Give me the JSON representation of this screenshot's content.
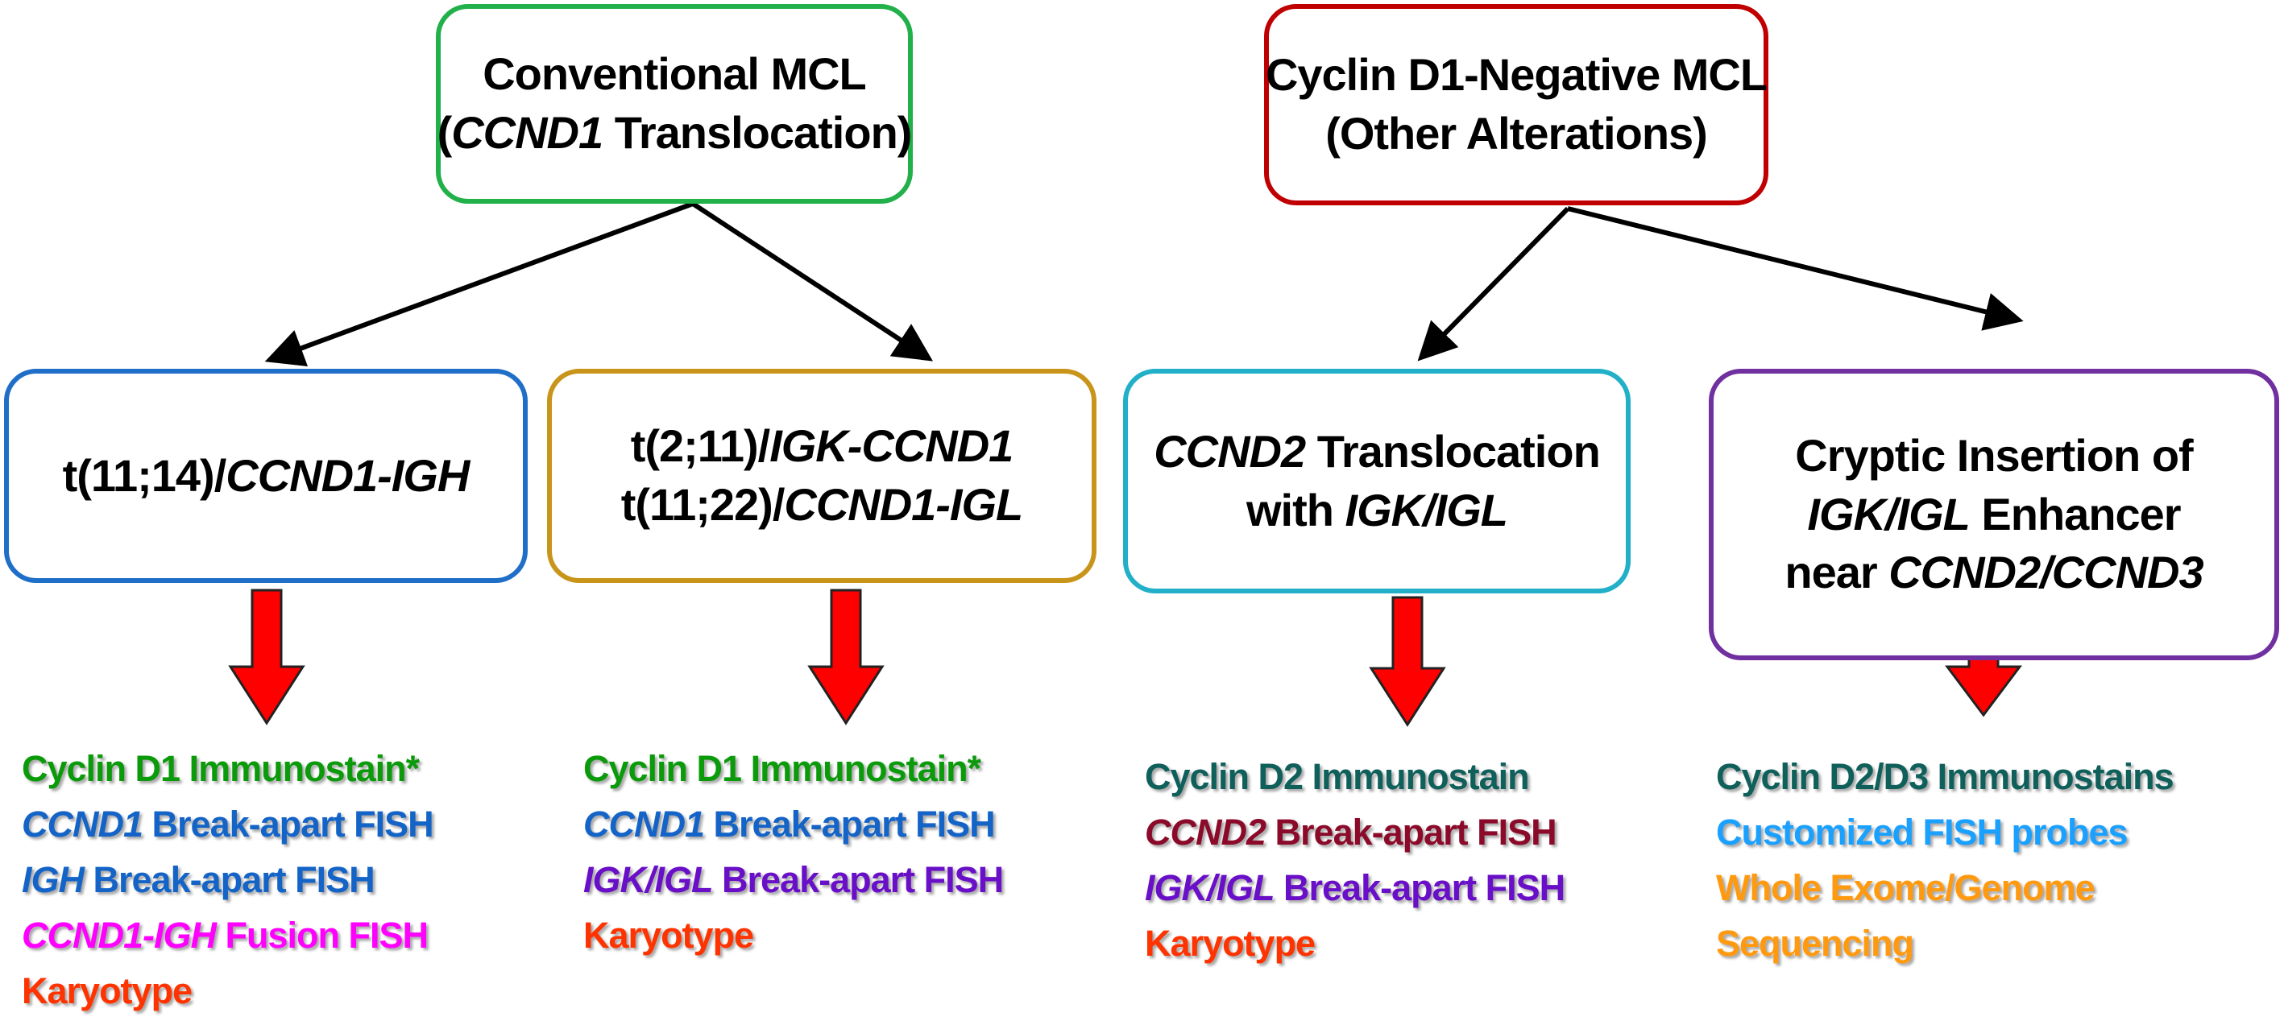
{
  "colors": {
    "green_box": "#22b04a",
    "red_box": "#c00000",
    "blue_box": "#1f6ec8",
    "gold_box": "#c8951a",
    "cyan_box": "#22b0c8",
    "purple_box": "#7030a0",
    "arrow": "#ff0000"
  },
  "boxes": [
    {
      "id": "conventional-mcl",
      "lines": [
        [
          {
            "t": "Conventional MCL"
          }
        ],
        [
          {
            "t": "("
          },
          {
            "t": "CCND1",
            "i": true
          },
          {
            "t": " Translocation)"
          }
        ]
      ]
    },
    {
      "id": "cyclin-d1-negative-mcl",
      "lines": [
        [
          {
            "t": "Cyclin D1-Negative MCL"
          }
        ],
        [
          {
            "t": "(Other Alterations)"
          }
        ]
      ]
    },
    {
      "id": "t11-14",
      "lines": [
        [
          {
            "t": "t(11;14)/"
          },
          {
            "t": "CCND1-IGH",
            "i": true
          }
        ]
      ]
    },
    {
      "id": "t2-11-t11-22",
      "lines": [
        [
          {
            "t": "t(2;11)/"
          },
          {
            "t": "IGK-CCND1",
            "i": true
          }
        ],
        [
          {
            "t": "t(11;22)/"
          },
          {
            "t": "CCND1-IGL",
            "i": true
          }
        ]
      ]
    },
    {
      "id": "ccnd2-translocation",
      "lines": [
        [
          {
            "t": "CCND2",
            "i": true
          },
          {
            "t": " Translocation"
          }
        ],
        [
          {
            "t": "with "
          },
          {
            "t": "IGK/IGL",
            "i": true
          }
        ]
      ]
    },
    {
      "id": "cryptic-insertion",
      "lines": [
        [
          {
            "t": "Cryptic Insertion of"
          }
        ],
        [
          {
            "t": "IGK/IGL",
            "i": true
          },
          {
            "t": " Enhancer"
          }
        ],
        [
          {
            "t": "near "
          },
          {
            "t": "CCND2/CCND3",
            "i": true
          }
        ]
      ]
    }
  ],
  "lists": [
    {
      "id": "tests-t11-14",
      "lines": [
        {
          "color": "#0a9a0a",
          "seg": [
            {
              "t": "Cyclin D1 Immunostain*"
            }
          ]
        },
        {
          "color": "#1464c8",
          "seg": [
            {
              "t": "CCND1",
              "i": true
            },
            {
              "t": " Break-apart FISH"
            }
          ]
        },
        {
          "color": "#1464c8",
          "seg": [
            {
              "t": "IGH",
              "i": true
            },
            {
              "t": " Break-apart FISH"
            }
          ]
        },
        {
          "color": "#ff00ff",
          "seg": [
            {
              "t": "CCND1-IGH",
              "i": true
            },
            {
              "t": " Fusion FISH"
            }
          ]
        },
        {
          "color": "#ff3300",
          "seg": [
            {
              "t": "Karyotype"
            }
          ]
        }
      ]
    },
    {
      "id": "tests-t2-11",
      "lines": [
        {
          "color": "#0a9a0a",
          "seg": [
            {
              "t": "Cyclin D1 Immunostain*"
            }
          ]
        },
        {
          "color": "#1464c8",
          "seg": [
            {
              "t": "CCND1",
              "i": true
            },
            {
              "t": " Break-apart FISH"
            }
          ]
        },
        {
          "color": "#6a0fc8",
          "seg": [
            {
              "t": "IGK/IGL",
              "i": true
            },
            {
              "t": " Break-apart FISH"
            }
          ]
        },
        {
          "color": "#ff3300",
          "seg": [
            {
              "t": "Karyotype"
            }
          ]
        }
      ]
    },
    {
      "id": "tests-ccnd2",
      "lines": [
        {
          "color": "#0f5f5a",
          "seg": [
            {
              "t": "Cyclin D2 Immunostain"
            }
          ]
        },
        {
          "color": "#8b0a2a",
          "seg": [
            {
              "t": "CCND2",
              "i": true
            },
            {
              "t": " Break-apart FISH"
            }
          ]
        },
        {
          "color": "#6a0fc8",
          "seg": [
            {
              "t": "IGK/IGL",
              "i": true
            },
            {
              "t": " Break-apart FISH"
            }
          ]
        },
        {
          "color": "#ff3300",
          "seg": [
            {
              "t": "Karyotype"
            }
          ]
        }
      ]
    },
    {
      "id": "tests-cryptic",
      "lines": [
        {
          "color": "#0f5f5a",
          "seg": [
            {
              "t": "Cyclin D2/D3 Immunostains"
            }
          ]
        },
        {
          "color": "#1aa0ff",
          "seg": [
            {
              "t": "Customized FISH probes"
            }
          ]
        },
        {
          "color": "#ff9a10",
          "seg": [
            {
              "t": "Whole Exome/Genome"
            }
          ]
        },
        {
          "color": "#ff9a10",
          "seg": [
            {
              "t": "Sequencing"
            }
          ]
        }
      ]
    }
  ]
}
